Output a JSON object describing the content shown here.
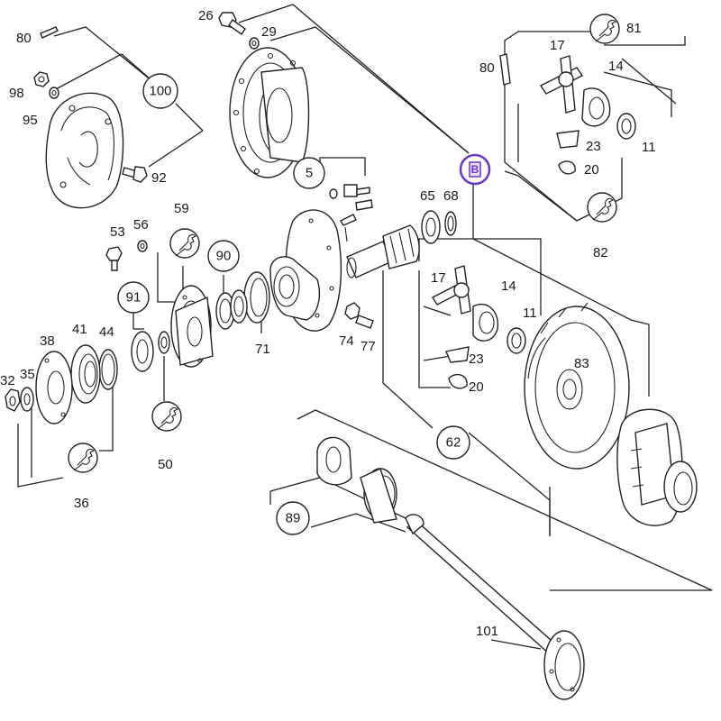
{
  "labels": {
    "l80a": "80",
    "l98": "98",
    "l95": "95",
    "l26": "26",
    "l29": "29",
    "l92": "92",
    "l53": "53",
    "l56": "56",
    "l32": "32",
    "l35": "35",
    "l38": "38",
    "l41": "41",
    "l44": "44",
    "l50": "50",
    "l36": "36",
    "l71": "71",
    "l74": "74",
    "l77": "77",
    "l65": "65",
    "l68": "68",
    "l17a": "17",
    "l14a": "14",
    "l11a": "11",
    "l23a": "23",
    "l20a": "20",
    "l83": "83",
    "l101": "101",
    "l80b": "80",
    "l17b": "17",
    "l14b": "14",
    "l11b": "11",
    "l23b": "23",
    "l20b": "20",
    "l81": "81",
    "l82": "82"
  },
  "callouts": {
    "c100": "100",
    "c5": "5",
    "c59": "59",
    "c90": "90",
    "c91": "91",
    "c62": "62",
    "c89": "89",
    "cB": "B"
  },
  "colors": {
    "line": "#222222",
    "highlight": "#6a39c9",
    "background": "#ffffff"
  },
  "icons": {
    "tool": "wrench-icon"
  }
}
